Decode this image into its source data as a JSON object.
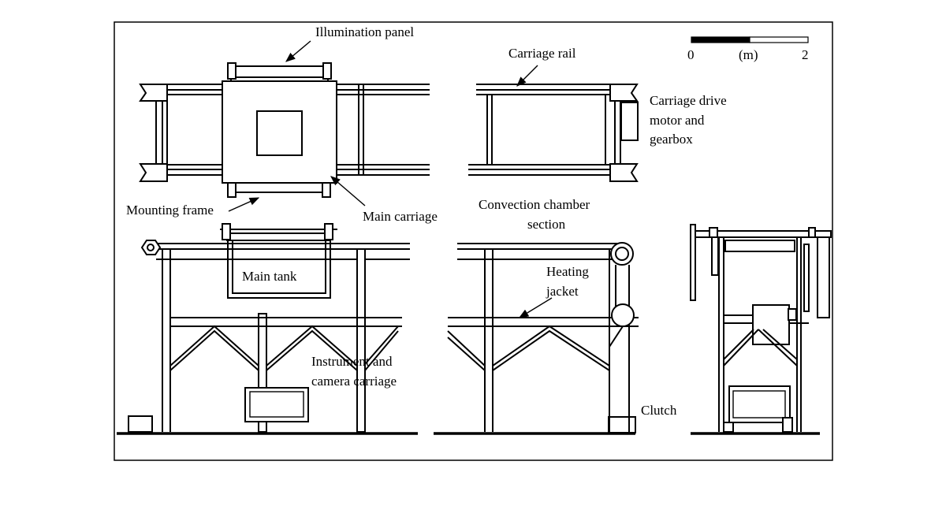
{
  "labels": {
    "illumination_panel": "Illumination panel",
    "carriage_rail": "Carriage rail",
    "carriage_drive_1": "Carriage drive",
    "carriage_drive_2": "motor and",
    "carriage_drive_3": "gearbox",
    "mounting_frame": "Mounting frame",
    "main_carriage": "Main carriage",
    "convection_1": "Convection chamber",
    "convection_2": "section",
    "main_tank": "Main tank",
    "heating_1": "Heating",
    "heating_2": "jacket",
    "instrument_1": "Instrument and",
    "instrument_2": "camera carriage",
    "clutch": "Clutch"
  },
  "scale_bar": {
    "start": "0",
    "unit": "(m)",
    "end": "2",
    "length_m": 2
  },
  "colors": {
    "line": "#000000",
    "background": "#ffffff"
  }
}
